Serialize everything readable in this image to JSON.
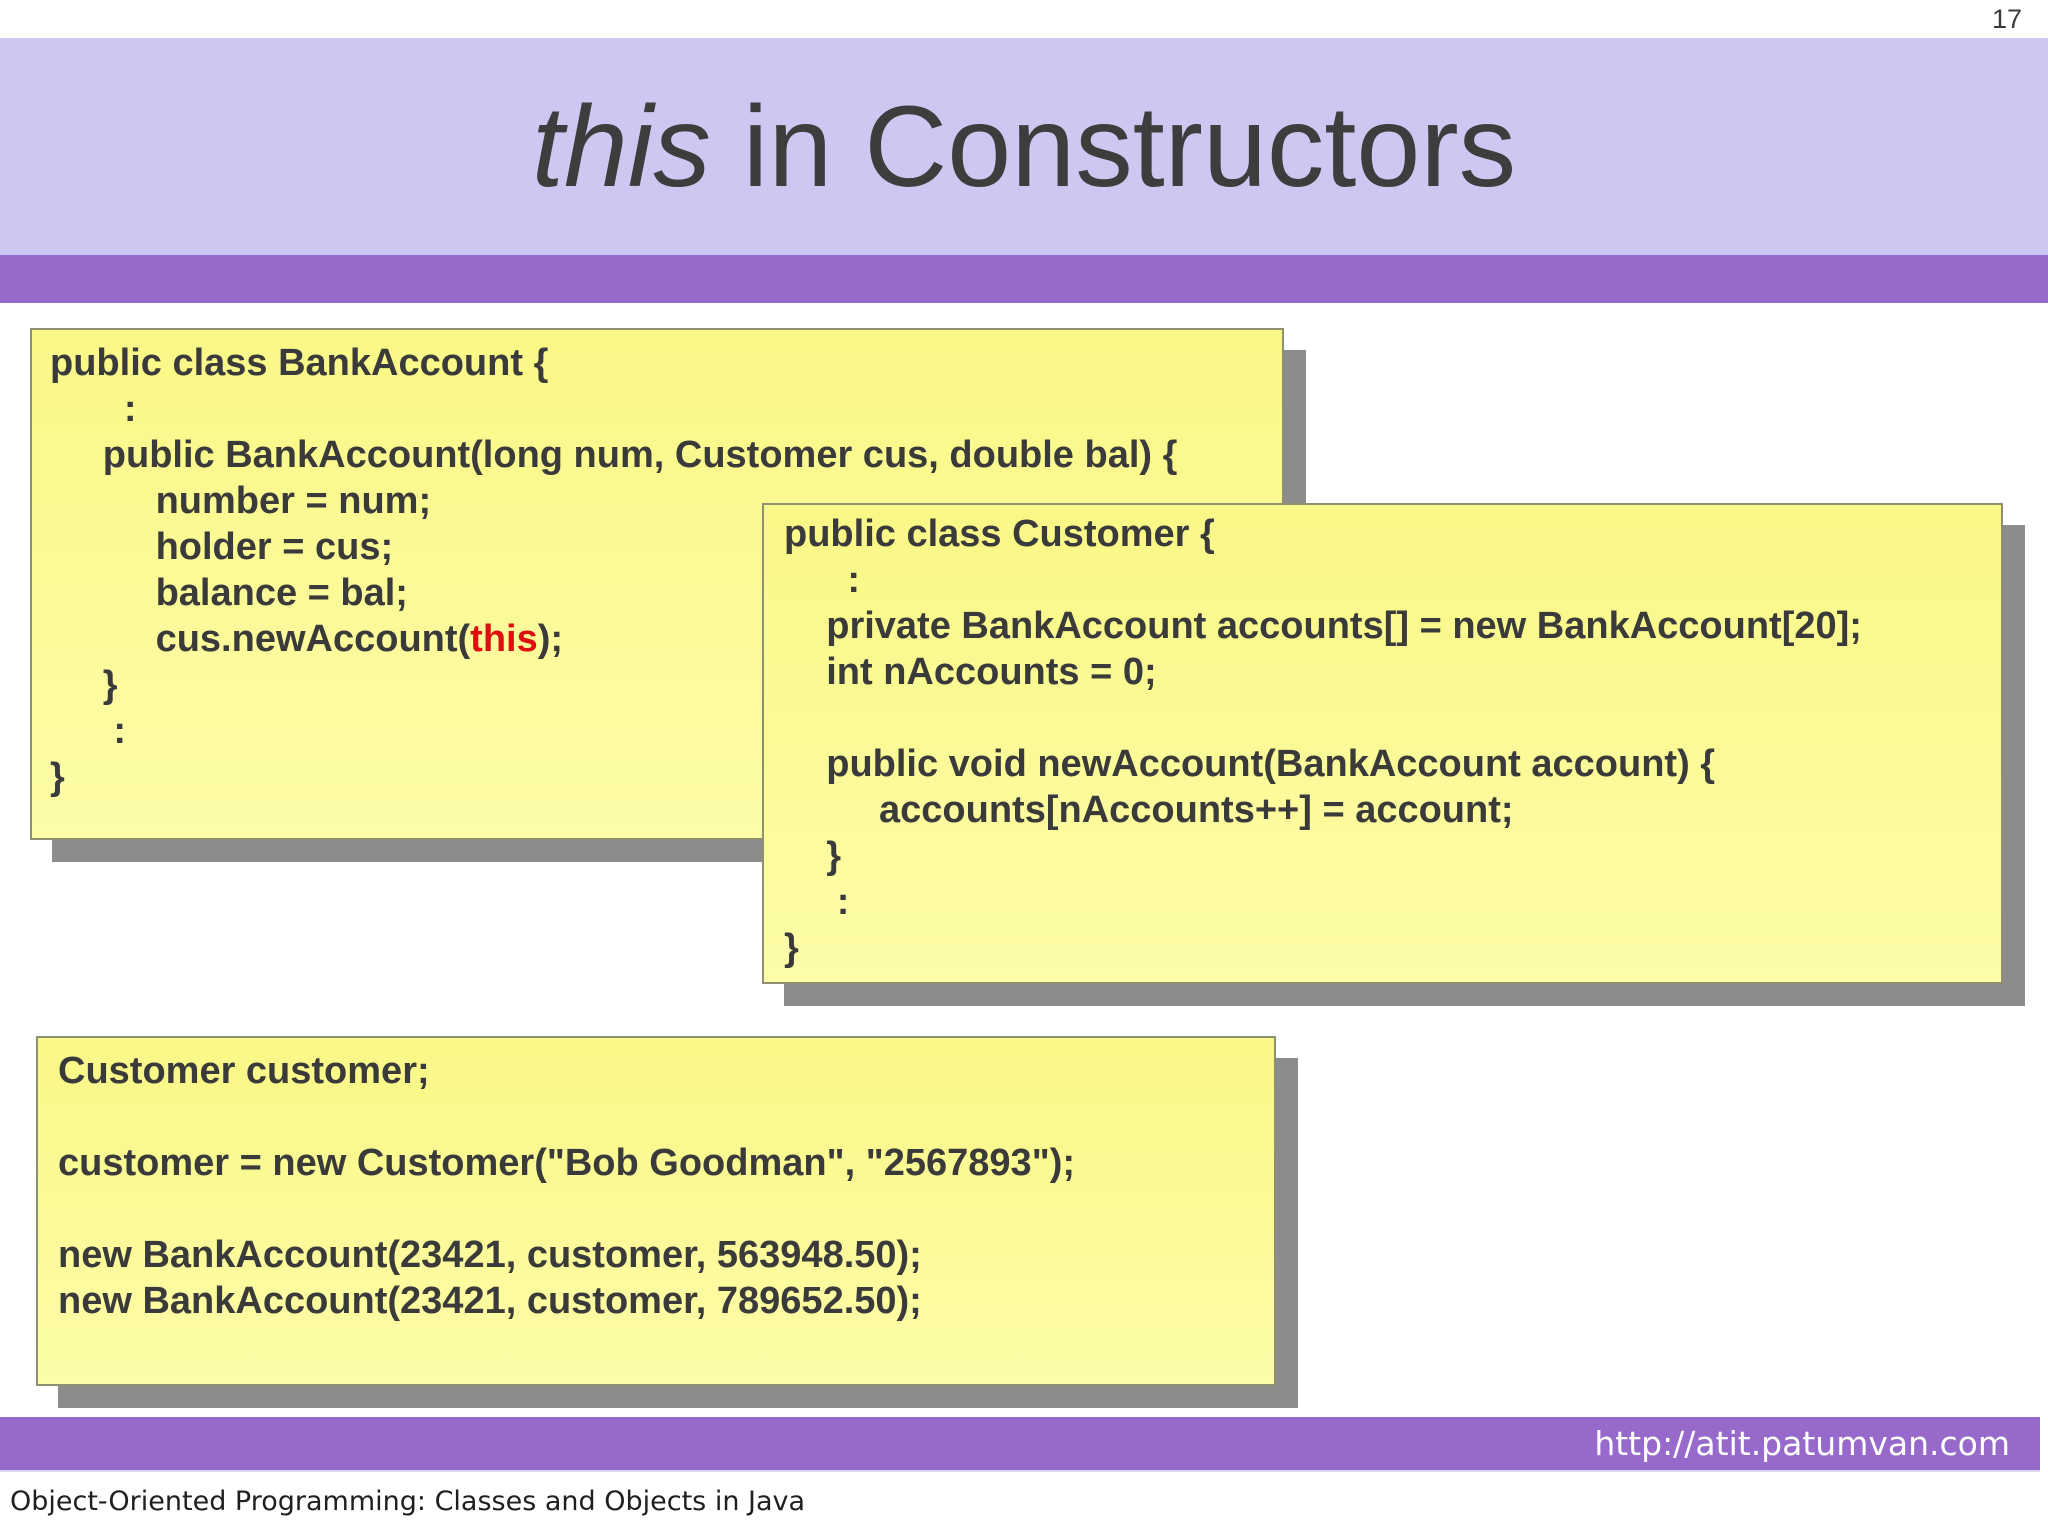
{
  "page_number": "17",
  "title": {
    "italic": "this",
    "rest": " in Constructors"
  },
  "box1": {
    "lines_a": [
      "public class BankAccount {",
      "       :",
      "     public BankAccount(long num, Customer cus, double bal) {",
      "          number = num;",
      "          holder = cus;",
      "          balance = bal;"
    ],
    "this_line": {
      "prefix": "          cus.newAccount(",
      "keyword": "this",
      "suffix": ");"
    },
    "lines_b": [
      "     }",
      "      :",
      "}"
    ]
  },
  "box2": {
    "lines": [
      "public class Customer {",
      "      :",
      "    private BankAccount accounts[] = new BankAccount[20];",
      "    int nAccounts = 0;",
      " ",
      "    public void newAccount(BankAccount account) {",
      "         accounts[nAccounts++] = account;",
      "    }",
      "     :",
      "}"
    ]
  },
  "box3": {
    "lines": [
      "Customer customer;",
      " ",
      "customer = new Customer(\"Bob Goodman\", \"2567893\");",
      " ",
      "new BankAccount(23421, customer, 563948.50);",
      "new BankAccount(23421, customer, 789652.50);"
    ]
  },
  "footer": {
    "url": "http://atit.patumvan.com",
    "caption": "Object-Oriented Programming: Classes and Objects in Java"
  },
  "colors": {
    "header_band": "#cdc8f1",
    "accent_bar": "#9669cb",
    "note_border": "#8f8f72",
    "shadow": "#8c8c8c",
    "code_text": "#3a3a3a",
    "keyword_red": "#dd0f10"
  }
}
